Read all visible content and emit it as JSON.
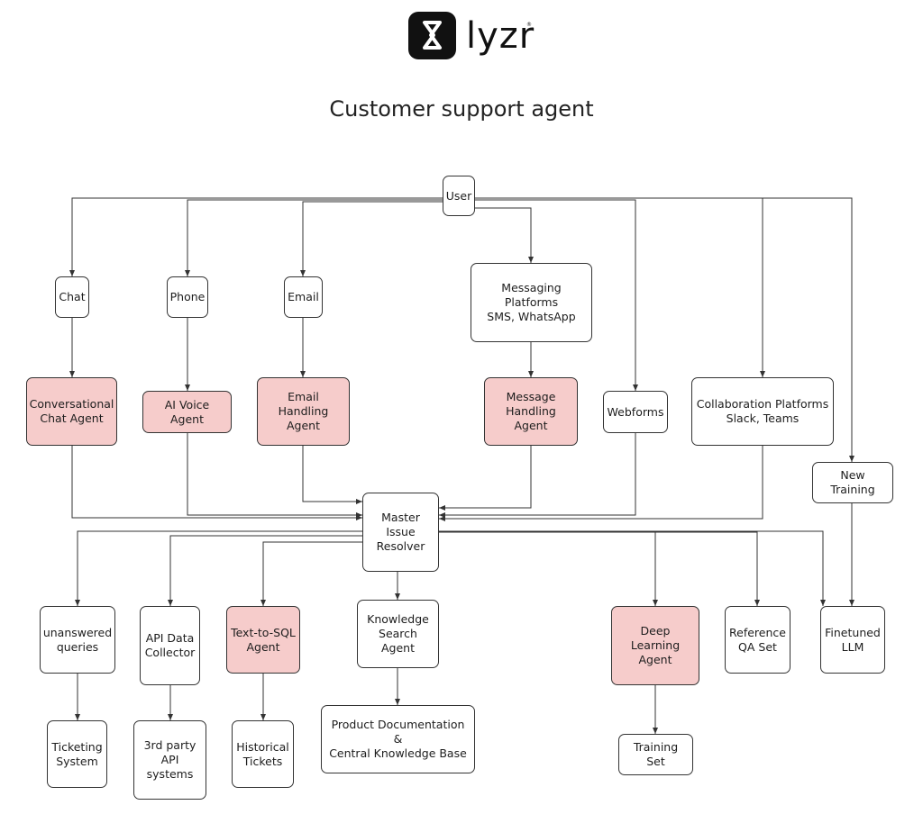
{
  "brand": {
    "name": "lyzr",
    "reg": "®"
  },
  "title": "Customer support agent",
  "nodes": {
    "user": "User",
    "chat": "Chat",
    "phone": "Phone",
    "email": "Email",
    "messaging_platforms": "Messaging Platforms\nSMS, WhatsApp",
    "conversational_chat_agent": "Conversational\nChat Agent",
    "ai_voice_agent": "AI Voice Agent",
    "email_handling_agent": "Email Handling\nAgent",
    "message_handling_agent": "Message\nHandling Agent",
    "webforms": "Webforms",
    "collaboration_platforms": "Collaboration Platforms\nSlack, Teams",
    "new_training": "New Training",
    "master_issue_resolver": "Master Issue\nResolver",
    "unanswered_queries": "unanswered\nqueries",
    "api_data_collector": "API Data\nCollector",
    "text_to_sql_agent": "Text-to-SQL\nAgent",
    "knowledge_search_agent": "Knowledge\nSearch Agent",
    "deep_learning_agent": "Deep Learning\nAgent",
    "reference_qa_set": "Reference\nQA Set",
    "finetuned_llm": "Finetuned\nLLM",
    "ticketing_system": "Ticketing\nSystem",
    "third_party_api_systems": "3rd party API\nsystems",
    "historical_tickets": "Historical\nTickets",
    "product_documentation": "Product Documentation &\nCentral Knowledge Base",
    "training_set": "Training Set"
  },
  "colors": {
    "agent_fill": "#f6cccb",
    "node_fill": "#ffffff",
    "stroke": "#333333",
    "logo": "#111111"
  }
}
